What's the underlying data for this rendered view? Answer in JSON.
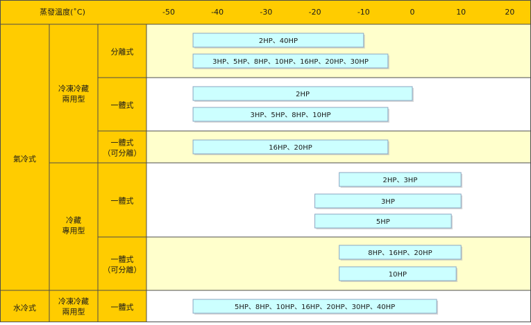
{
  "header": {
    "title": "蒸發溫度(˚C)"
  },
  "colors": {
    "header_bg": "#FFCC00",
    "row_light": "#FFFFCC",
    "row_white": "#FFFFFF",
    "bar_fill": "#CCFFFF",
    "bar_stroke": "#8AA6C2",
    "grid": "#4D4D4D"
  },
  "groups": [
    {
      "label": "氣冷式"
    },
    {
      "label": "水冷式"
    }
  ],
  "subgroups": [
    {
      "label": "冷凍冷藏\n兩用型"
    },
    {
      "label": "冷藏\n專用型"
    },
    {
      "label": "冷凍冷藏\n兩用型"
    }
  ],
  "types": [
    {
      "label": "分離式",
      "band": "light"
    },
    {
      "label": "一體式",
      "band": "white"
    },
    {
      "label": "一體式\n（可分離）",
      "band": "light"
    },
    {
      "label": "一體式",
      "band": "white"
    },
    {
      "label": "一體式\n（可分離）",
      "band": "light"
    },
    {
      "label": "一體式",
      "band": "white"
    }
  ],
  "chart_data": {
    "type": "bar",
    "orientation": "horizontal-range",
    "title": "蒸發溫度(˚C)",
    "xticks": [
      -50,
      -40,
      -30,
      -20,
      -10,
      0,
      10,
      20
    ],
    "xlim": [
      -55,
      24
    ],
    "bars": [
      {
        "row": 0,
        "label": "2HP、40HP",
        "start": -45,
        "end": -10
      },
      {
        "row": 0,
        "label": "3HP、5HP、8HP、10HP、16HP、20HP、30HP",
        "start": -45,
        "end": -5
      },
      {
        "row": 1,
        "label": "2HP",
        "start": -45,
        "end": 0
      },
      {
        "row": 1,
        "label": "3HP、5HP、8HP、10HP",
        "start": -45,
        "end": -5
      },
      {
        "row": 2,
        "label": "16HP、20HP",
        "start": -45,
        "end": -5
      },
      {
        "row": 3,
        "label": "2HP、3HP",
        "start": -15,
        "end": 10
      },
      {
        "row": 3,
        "label": "3HP",
        "start": -20,
        "end": 10
      },
      {
        "row": 3,
        "label": "5HP",
        "start": -20,
        "end": 8
      },
      {
        "row": 4,
        "label": "8HP、16HP、20HP",
        "start": -15,
        "end": 10
      },
      {
        "row": 4,
        "label": "10HP",
        "start": -15,
        "end": 9
      },
      {
        "row": 5,
        "label": "5HP、8HP、10HP、16HP、20HP、30HP、40HP",
        "start": -45,
        "end": 5
      }
    ]
  }
}
